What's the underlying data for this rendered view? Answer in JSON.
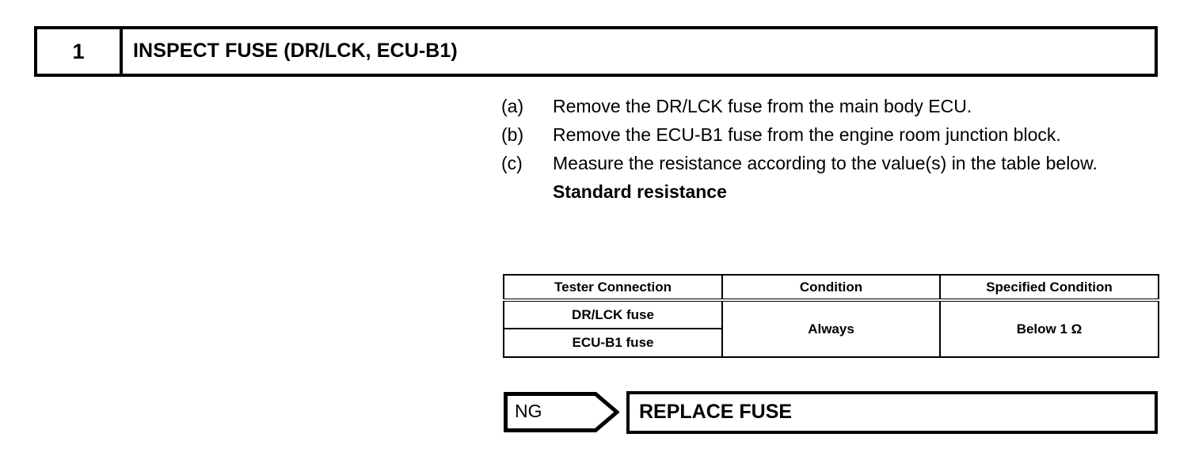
{
  "step_header": {
    "number": "1",
    "title": "INSPECT FUSE (DR/LCK, ECU-B1)"
  },
  "procedure": {
    "items": [
      {
        "label": "(a)",
        "text": "Remove the DR/LCK fuse from the main body ECU."
      },
      {
        "label": "(b)",
        "text": "Remove the ECU-B1 fuse from the engine room junction block."
      },
      {
        "label": "(c)",
        "text": "Measure the resistance according to the value(s) in the table below."
      }
    ],
    "subheading": "Standard resistance"
  },
  "spec_table": {
    "headers": [
      "Tester Connection",
      "Condition",
      "Specified Condition"
    ],
    "rows": [
      {
        "tester": "DR/LCK fuse"
      },
      {
        "tester": "ECU-B1 fuse"
      }
    ],
    "merged": {
      "condition": "Always",
      "specified_condition": "Below 1 Ω"
    }
  },
  "result_flow": {
    "judgement": "NG",
    "action": "REPLACE FUSE"
  },
  "colors": {
    "ink": "#000000",
    "paper": "#ffffff"
  }
}
